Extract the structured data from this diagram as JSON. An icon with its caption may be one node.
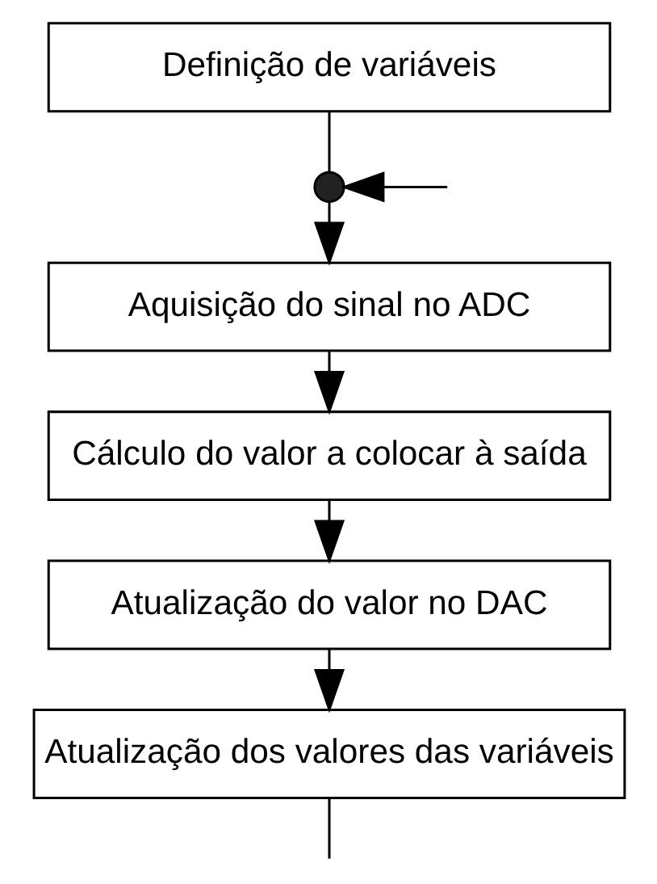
{
  "diagram": {
    "nodes": [
      {
        "text": [
          "Definição de variáveis"
        ]
      },
      {
        "text": [],
        "shape": "circle"
      },
      {
        "text": [
          "Aquisição do sinal no ADC"
        ]
      },
      {
        "text": [
          "Cálculo do valor a colocar à saída"
        ]
      },
      {
        "text": [
          "Atualização do valor no DAC"
        ]
      },
      {
        "text": [
          "Atualização dos valores das variáveis"
        ]
      }
    ],
    "edges": [
      {
        "from": 0,
        "to": 1,
        "arrow": "none"
      },
      {
        "from": null,
        "to": 1,
        "arrow": "to"
      },
      {
        "from": 1,
        "to": 2,
        "arrow": "to"
      },
      {
        "from": 2,
        "to": 3,
        "arrow": "to"
      },
      {
        "from": 3,
        "to": 4,
        "arrow": "to"
      },
      {
        "from": 4,
        "to": 5,
        "arrow": "to"
      },
      {
        "from": 5,
        "to": null,
        "arrow": "none"
      }
    ]
  }
}
